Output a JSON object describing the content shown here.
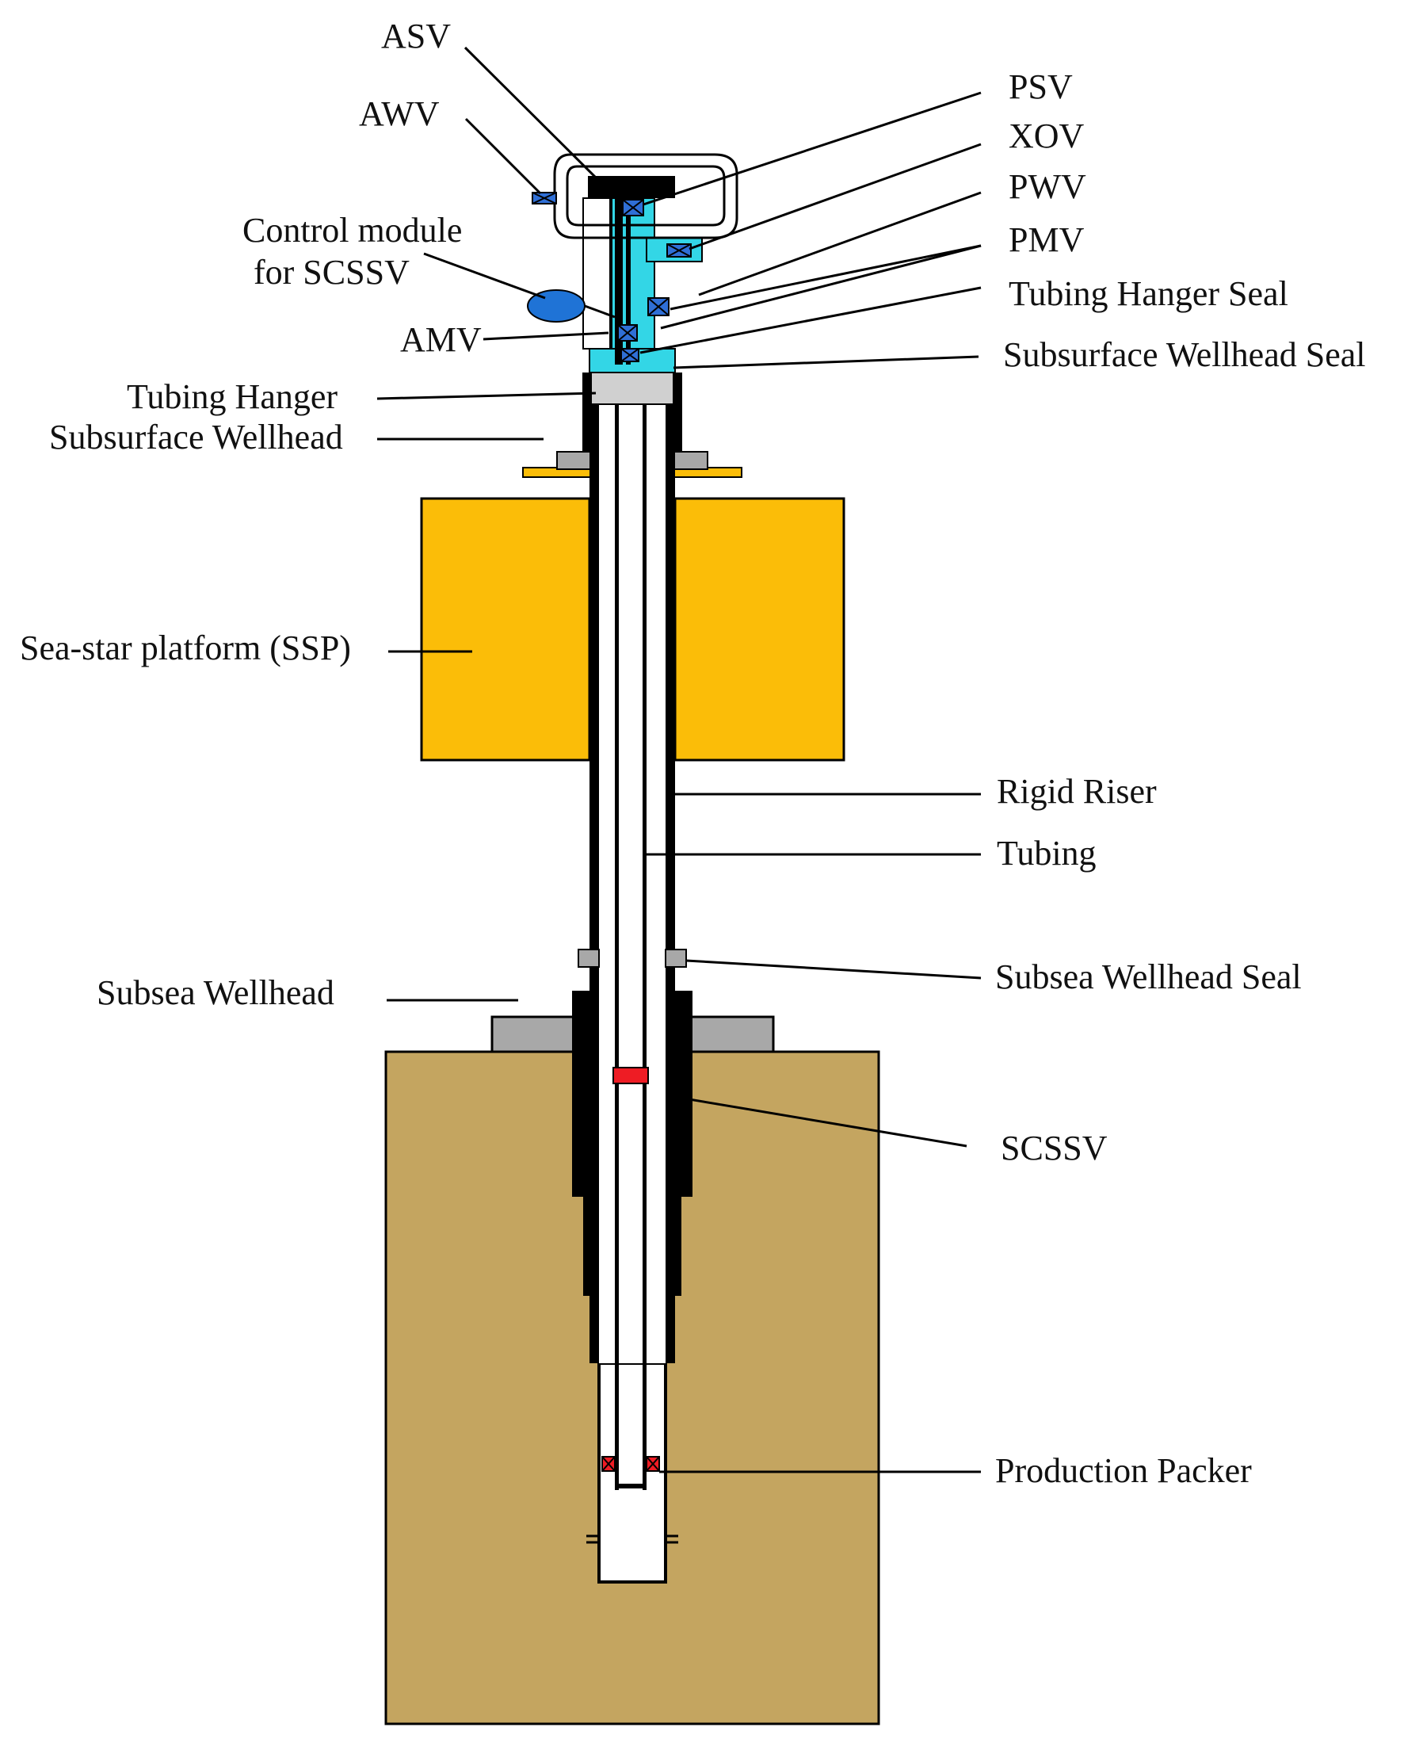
{
  "labels": {
    "asv": "ASV",
    "awv": "AWV",
    "psv": "PSV",
    "xov": "XOV",
    "pwv": "PWV",
    "pmv": "PMV",
    "control_module_l1": "Control module",
    "control_module_l2": "for SCSSV",
    "amv": "AMV",
    "tubing_hanger_seal": "Tubing Hanger Seal",
    "subsurface_wellhead_seal": "Subsurface Wellhead Seal",
    "tubing_hanger": "Tubing Hanger",
    "subsurface_wellhead": "Subsurface Wellhead",
    "sea_star_platform": "Sea-star platform (SSP)",
    "rigid_riser": "Rigid Riser",
    "tubing": "Tubing",
    "subsea_wellhead_seal": "Subsea Wellhead Seal",
    "subsea_wellhead": "Subsea Wellhead",
    "scssv": "SCSSV",
    "production_packer": "Production Packer"
  },
  "colors": {
    "platform": "#fbbd08",
    "seabed": "#c4a560",
    "tree": "#33d6e6",
    "valve": "#2f6fd6",
    "control_module": "#1f73d6",
    "scssv": "#ee1c24",
    "wellhead": "#a8a8a8"
  }
}
